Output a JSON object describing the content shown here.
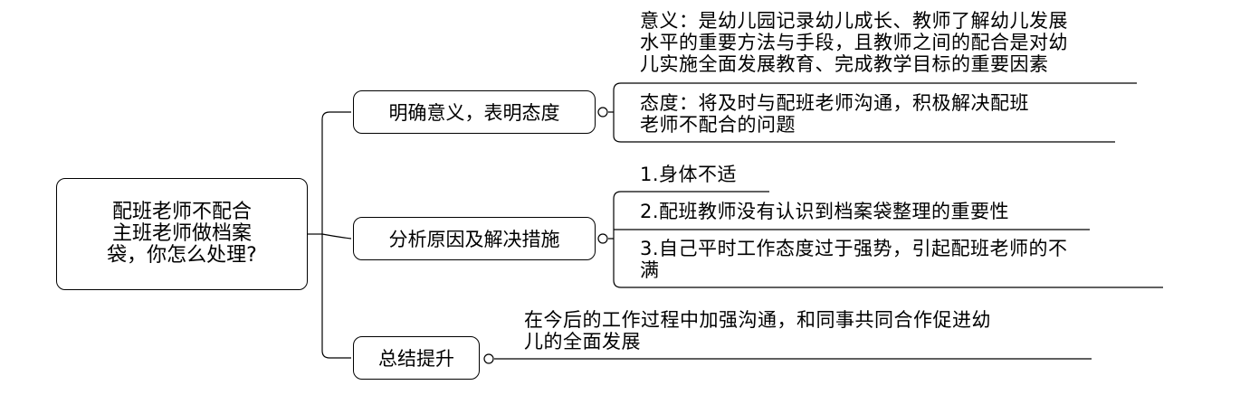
{
  "root": {
    "text": "配班老师不配合主班老师做档案袋，你怎么处理?",
    "lines": [
      "配班老师不配合",
      "主班老师做档案",
      "袋，你怎么处理?"
    ]
  },
  "branches": [
    {
      "label": "明确意义，表明态度",
      "items": [
        {
          "lines": [
            "意义：是幼儿园记录幼儿成长、教师了解幼儿发展",
            "水平的重要方法与手段，且教师之间的配合是对幼",
            "儿实施全面发展教育、完成教学目标的重要因素"
          ]
        },
        {
          "lines": [
            "态度：将及时与配班老师沟通，积极解决配班",
            "老师不配合的问题"
          ]
        }
      ]
    },
    {
      "label": "分析原因及解决措施",
      "items": [
        {
          "lines": [
            "1.身体不适"
          ]
        },
        {
          "lines": [
            "2.配班教师没有认识到档案袋整理的重要性"
          ]
        },
        {
          "lines": [
            "3.自己平时工作态度过于强势，引起配班老师的不",
            "满"
          ]
        }
      ]
    },
    {
      "label": "总结提升",
      "items": [
        {
          "lines": [
            "在今后的工作过程中加强沟通，和同事共同合作促进幼",
            "儿的全面发展"
          ]
        }
      ]
    }
  ],
  "colors": {
    "line": "#000000",
    "background": "#ffffff"
  }
}
